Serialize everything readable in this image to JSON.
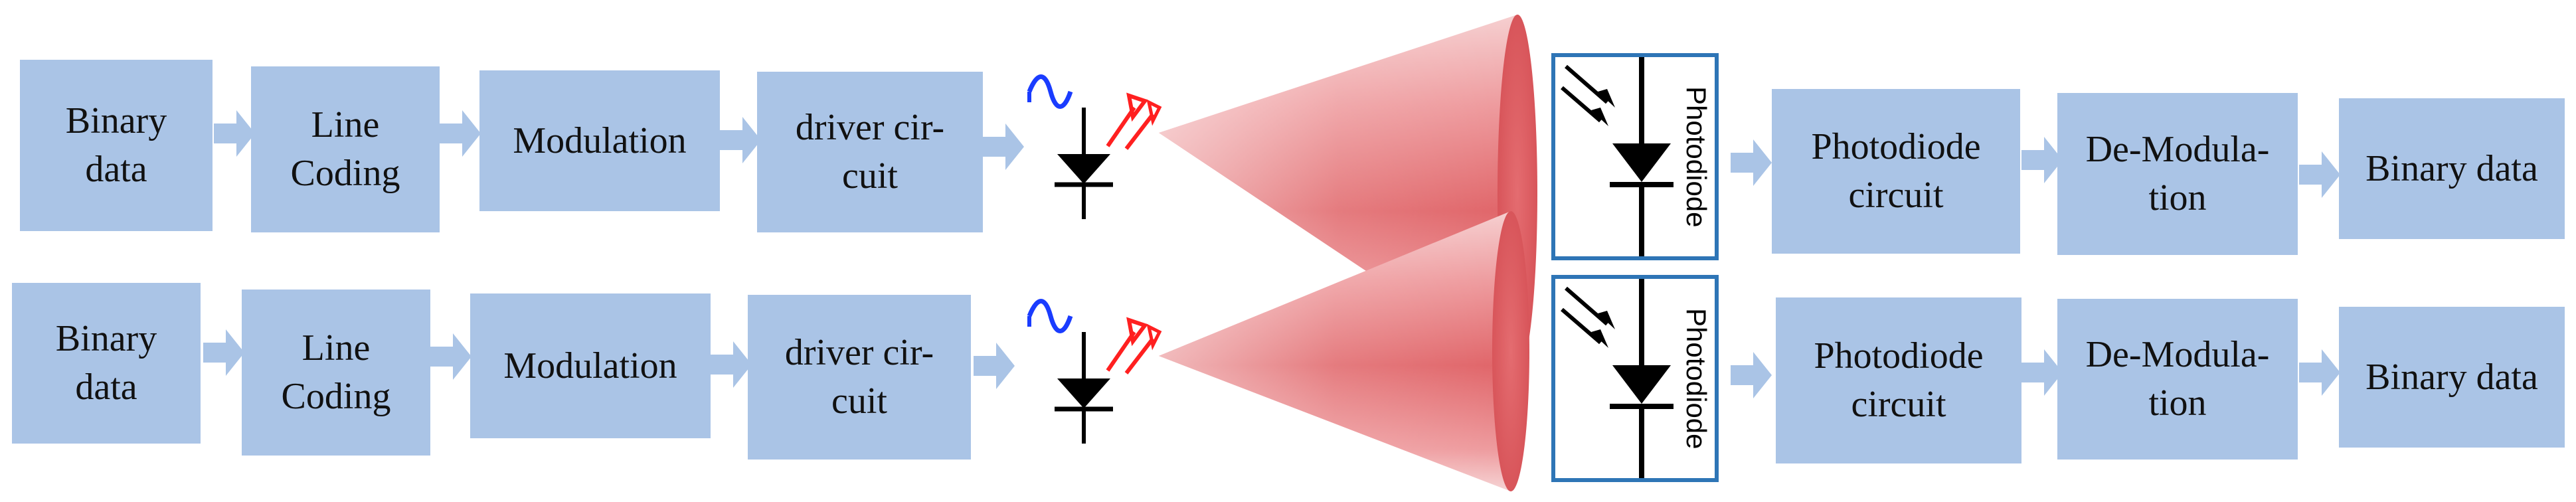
{
  "colors": {
    "block_fill": "#aac4e6",
    "arrow_fill": "#aac4e6",
    "beam": "#e8787c",
    "photodiode_border": "#2e75b6"
  },
  "icons": {
    "led": "led-icon",
    "photodiode": "photodiode-icon",
    "arrow": "right-arrow-icon",
    "beam": "light-cone"
  },
  "rows": [
    {
      "transmitter": {
        "binary_data": "Binary\ndata",
        "line_coding": "Line\nCoding",
        "modulation": "Modulation",
        "driver": "driver cir-\ncuit"
      },
      "receiver": {
        "photodiode_label": "Photodiode",
        "photodiode_circuit": "Photodiode\ncircuit",
        "demodulation": "De-Modula-\ntion",
        "binary_data": "Binary data"
      }
    },
    {
      "transmitter": {
        "binary_data": "Binary\ndata",
        "line_coding": "Line\nCoding",
        "modulation": "Modulation",
        "driver": "driver cir-\ncuit"
      },
      "receiver": {
        "photodiode_label": "Photodiode",
        "photodiode_circuit": "Photodiode\ncircuit",
        "demodulation": "De-Modula-\ntion",
        "binary_data": "Binary data"
      }
    }
  ]
}
